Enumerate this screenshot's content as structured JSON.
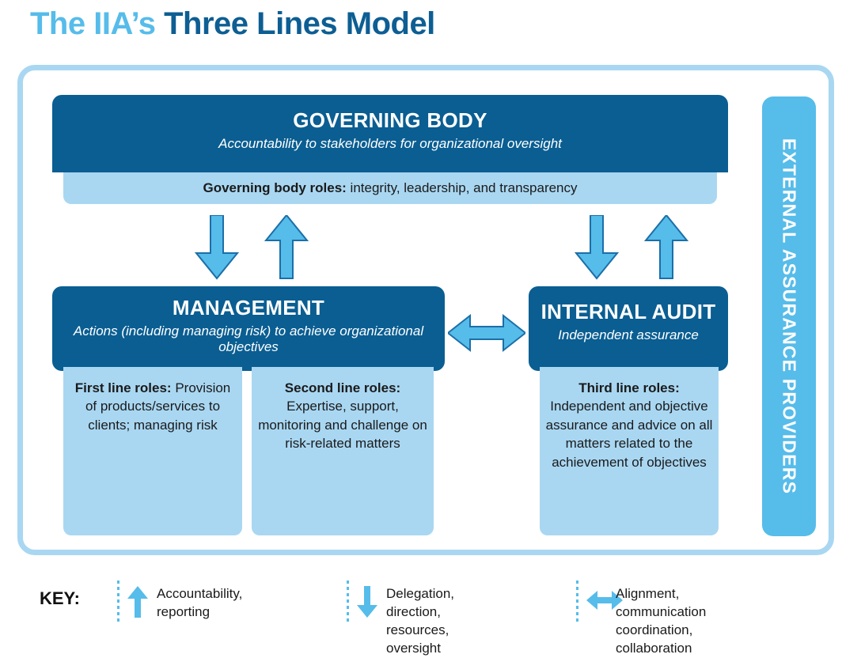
{
  "title": {
    "light_part": "The IIA’s ",
    "dark_part": "Three Lines Model"
  },
  "colors": {
    "dark_blue": "#0A5E92",
    "mid_blue": "#56BCEA",
    "light_blue": "#A9D7F2",
    "text": "#1a1a1a"
  },
  "governing_body": {
    "heading": "GOVERNING BODY",
    "subheading": "Accountability to stakeholders for organizational oversight",
    "roles_label": "Governing body roles:",
    "roles_text": " integrity, leadership, and transparency"
  },
  "management": {
    "heading": "MANAGEMENT",
    "subheading": "Actions (including managing risk) to achieve organizational objectives",
    "first_line": {
      "label": "First line roles:",
      "text": "Provision of products/services to clients; managing risk"
    },
    "second_line": {
      "label": "Second line roles:",
      "text": "Expertise, support, monitoring and challenge on risk-related matters"
    }
  },
  "internal_audit": {
    "heading": "INTERNAL AUDIT",
    "subheading": "Independent assurance",
    "third_line": {
      "label": "Third line roles:",
      "text": "Independent and objective assurance and advice on all matters related to the achievement of objectives"
    }
  },
  "external_assurance": {
    "label": "EXTERNAL ASSURANCE PROVIDERS"
  },
  "key": {
    "label": "KEY:",
    "items": [
      {
        "icon": "arrow-up-icon",
        "text": "Accountability, reporting"
      },
      {
        "icon": "arrow-down-icon",
        "text": "Delegation, direction,\nresources, oversight"
      },
      {
        "icon": "arrow-left-right-icon",
        "text": "Alignment, communication\ncoordination, collaboration"
      }
    ]
  },
  "arrows": [
    {
      "name": "gov-to-management-down",
      "direction": "down"
    },
    {
      "name": "management-to-gov-up",
      "direction": "up"
    },
    {
      "name": "gov-to-internal-audit-down",
      "direction": "down"
    },
    {
      "name": "internal-audit-to-gov-up",
      "direction": "up"
    },
    {
      "name": "management-internal-audit-bidirectional",
      "direction": "left-right"
    }
  ]
}
